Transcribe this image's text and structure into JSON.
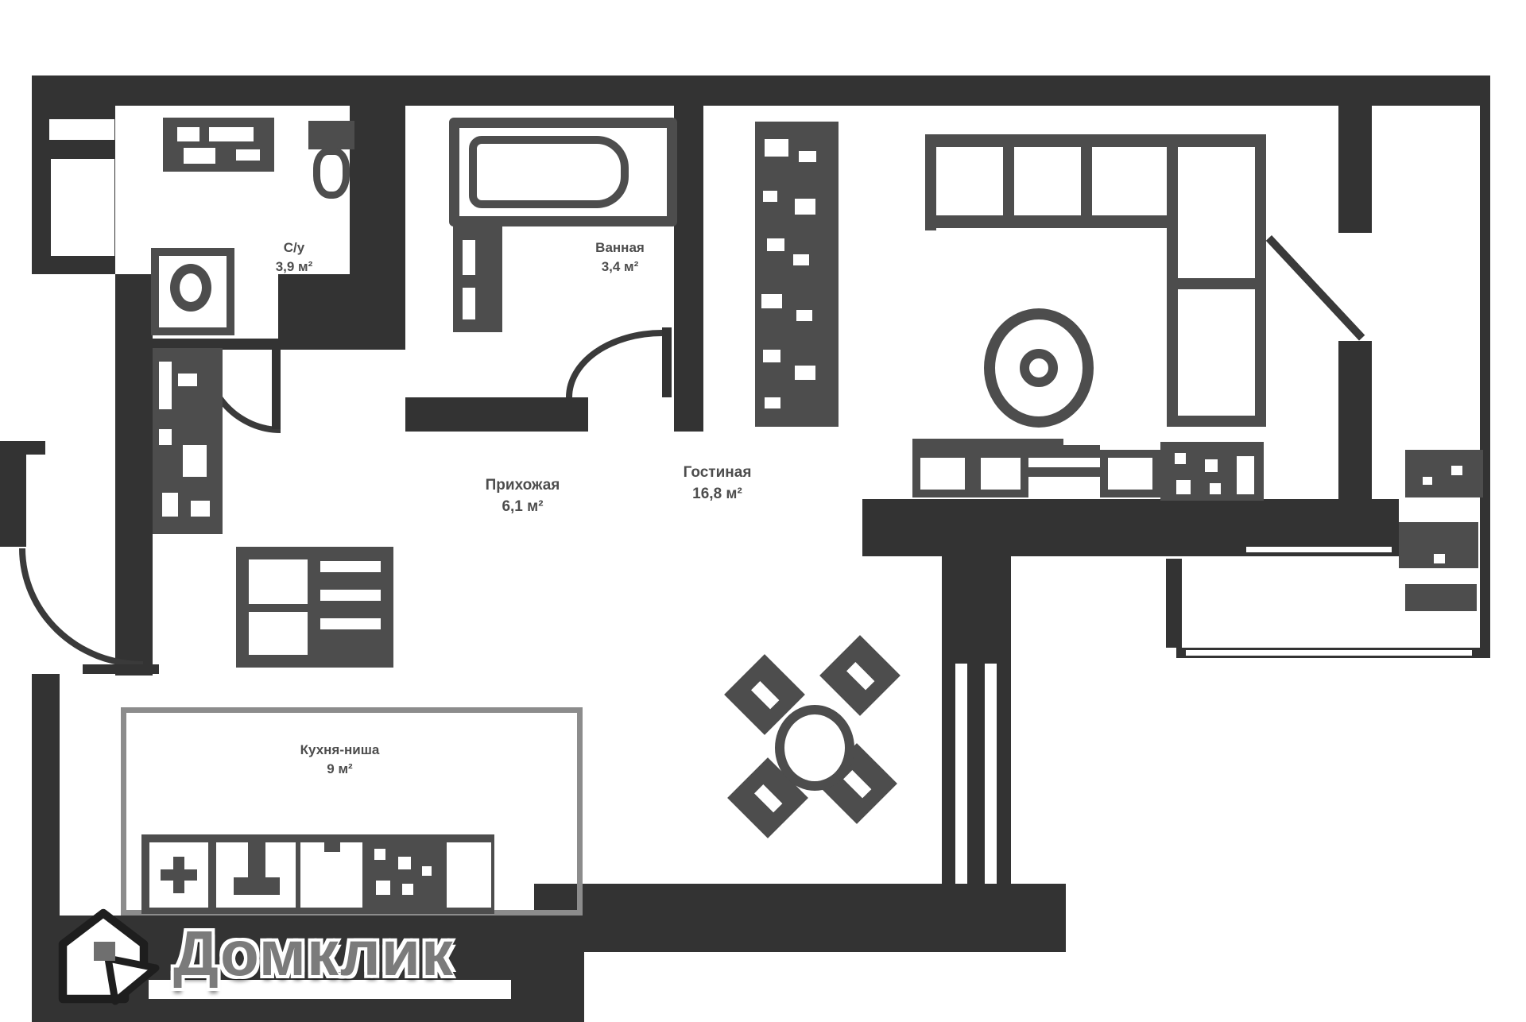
{
  "branding": {
    "logo_text": "Домклик",
    "logo_icon": "domclick-house-icon"
  },
  "rooms": {
    "wc": {
      "name": "С/у",
      "area": "3,9 м²"
    },
    "bathroom": {
      "name": "Ванная",
      "area": "3,4 м²"
    },
    "hallway": {
      "name": "Прихожая",
      "area": "6,1 м²"
    },
    "living": {
      "name": "Гостиная",
      "area": "16,8 м²"
    },
    "kitchen": {
      "name": "Кухня-ниша",
      "area": "9 м²"
    }
  },
  "furniture_icons": [
    "shelf-cabinet-icon",
    "toilet-icon",
    "washing-machine-icon",
    "bathtub-icon",
    "vanity-sink-icon",
    "hall-wardrobe-icon",
    "sideboard-icon",
    "living-wardrobe-icon",
    "corner-sofa-icon",
    "round-pouf-icon",
    "kitchen-counter-icon",
    "hob-icon",
    "dining-table-icon",
    "dining-chair-icon",
    "balcony-furniture-icon"
  ],
  "colors": {
    "wall": "#333333",
    "furniture": "#4d4d4d",
    "light_outline": "#8c8c8c",
    "background": "#ffffff",
    "logo_text": "#7b7b7b"
  }
}
